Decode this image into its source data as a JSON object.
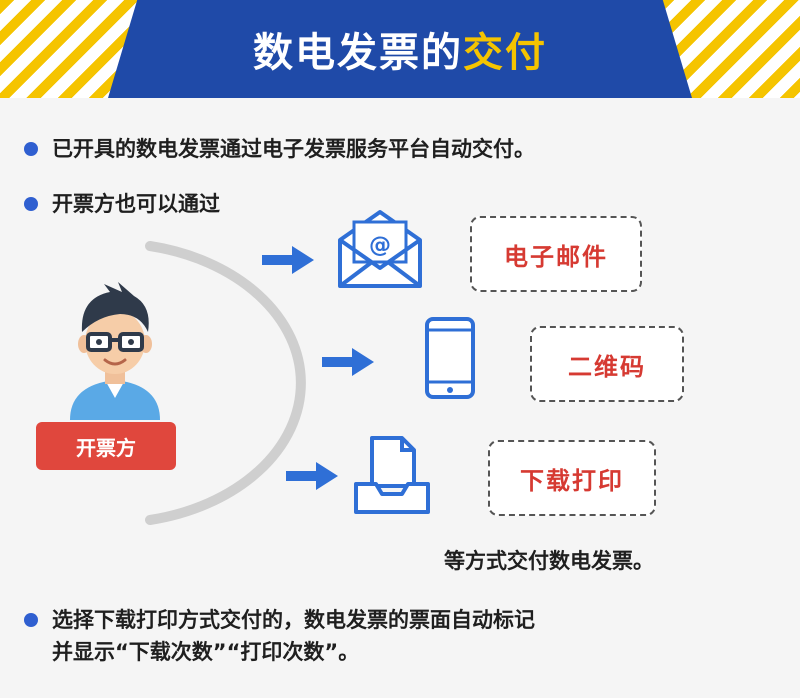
{
  "header": {
    "title_main": "数电发票的",
    "title_highlight": "交付"
  },
  "bullets": {
    "b1": "已开具的数电发票通过电子发票服务平台自动交付。",
    "b2": "开票方也可以通过",
    "b3_line1": "选择下载打印方式交付的，数电发票的票面自动标记",
    "b3_line2": "并显示“下载次数”“打印次数”。"
  },
  "diagram": {
    "role_label": "开票方",
    "methods": [
      "电子邮件",
      "二维码",
      "下载打印"
    ],
    "closing": "等方式交付数电发票。"
  },
  "colors": {
    "brand_blue": "#1f4aa8",
    "highlight_yellow": "#f5c400",
    "accent_red": "#d63a32",
    "bullet_blue": "#2f5fd0"
  },
  "icons": [
    "envelope-icon",
    "phone-icon",
    "file-tray-icon",
    "arrow-right-icon"
  ]
}
